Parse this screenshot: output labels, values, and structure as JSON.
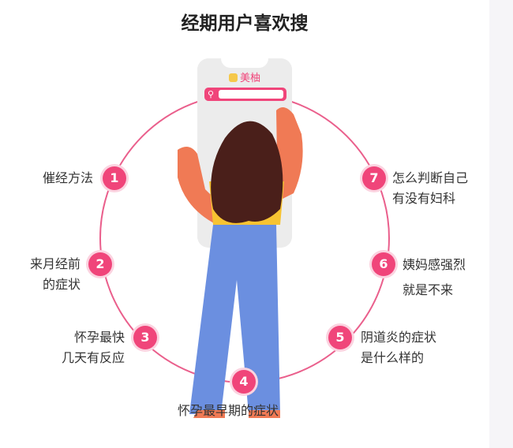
{
  "title": "经期用户喜欢搜",
  "app": {
    "brand": "美柚"
  },
  "items": [
    {
      "num": "1",
      "lines": [
        "催经方法"
      ]
    },
    {
      "num": "2",
      "lines": [
        "来月经前",
        "的症状"
      ]
    },
    {
      "num": "3",
      "lines": [
        "怀孕最快",
        "几天有反应"
      ]
    },
    {
      "num": "4",
      "lines": [
        "怀孕最早期的症状"
      ]
    },
    {
      "num": "5",
      "lines": [
        "阴道炎的症状",
        "是什么样的"
      ]
    },
    {
      "num": "6",
      "lines": [
        "姨妈感强烈",
        "就是不来"
      ]
    },
    {
      "num": "7",
      "lines": [
        "怎么判断自己",
        "有没有妇科"
      ]
    }
  ],
  "colors": {
    "accent": "#f0457a",
    "hair": "#4a1f1a",
    "skin": "#f07a55",
    "jeans": "#6b8fe0",
    "shirt": "#f7c332"
  }
}
